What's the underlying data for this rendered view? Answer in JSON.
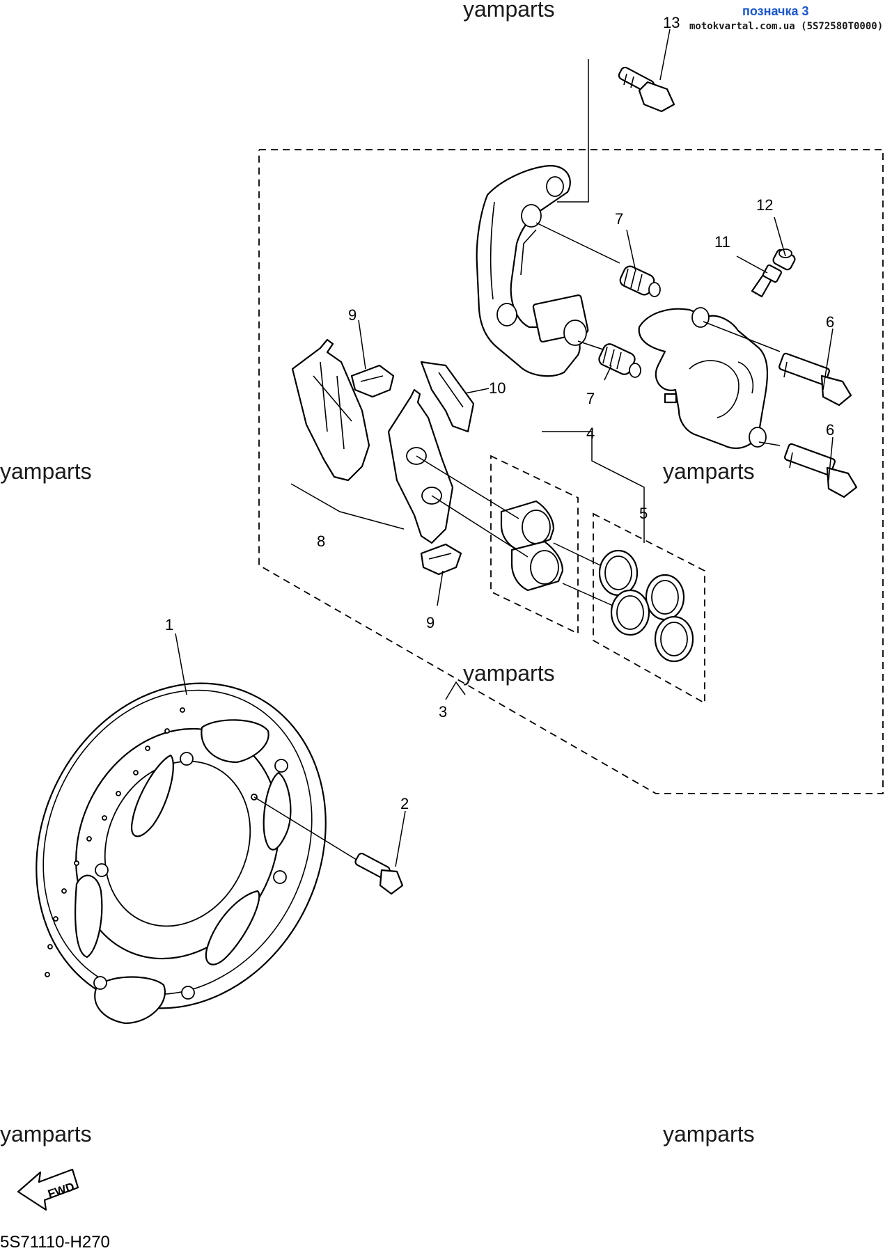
{
  "header": {
    "tag_label": "позначка 3",
    "source_text": "motokvartal.com.ua (5S72580T0000)"
  },
  "watermark": "yamparts",
  "callouts": {
    "c1": "1",
    "c2": "2",
    "c3": "3",
    "c4": "4",
    "c5": "5",
    "c6a": "6",
    "c6b": "6",
    "c7a": "7",
    "c7b": "7",
    "c8": "8",
    "c9a": "9",
    "c9b": "9",
    "c10": "10",
    "c11": "11",
    "c12": "12",
    "c13": "13"
  },
  "footer": {
    "fwd_label": "FWD",
    "drawing_code": "5S71110-H270"
  }
}
